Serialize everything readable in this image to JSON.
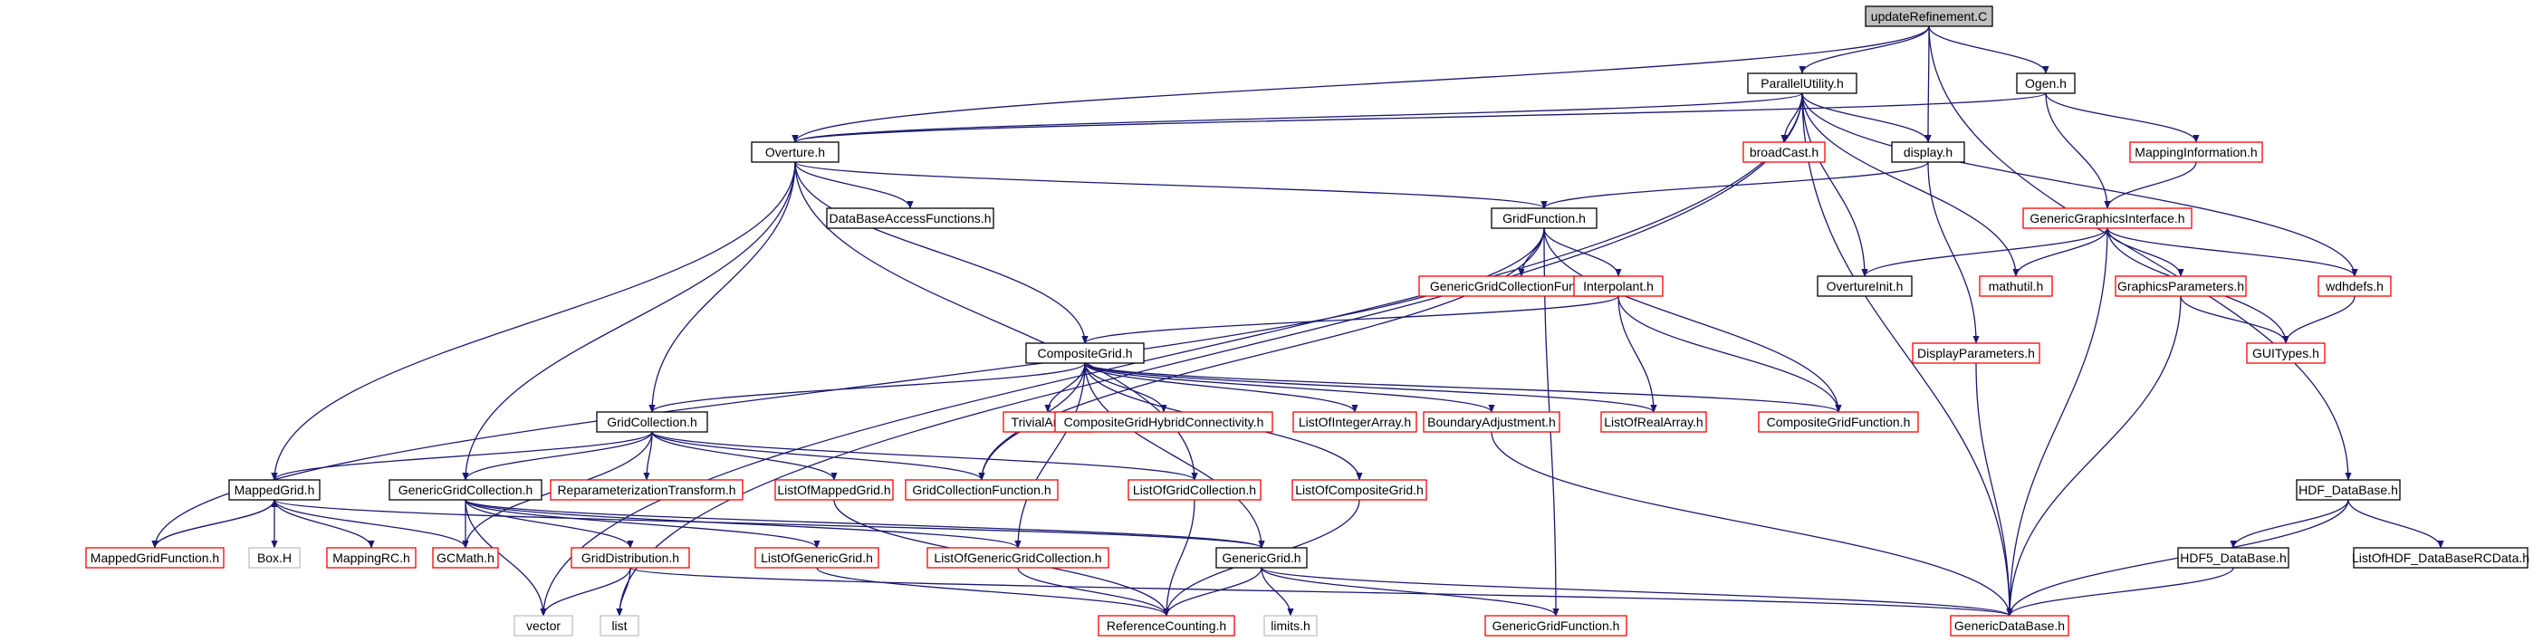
{
  "diagram": {
    "colors": {
      "edge": "#191970",
      "root_fill": "#bfbfbf",
      "root_border": "#000000",
      "node_border": "#000000",
      "truncated_border": "#ff0000",
      "leaf_border": "#bfbfbf",
      "node_fill": "#ffffff"
    },
    "nodes": [
      {
        "id": "updateRefinement",
        "label": "updateRefinement.C",
        "style": "root"
      },
      {
        "id": "ParallelUtility",
        "label": "ParallelUtility.h",
        "style": "normal"
      },
      {
        "id": "Ogen",
        "label": "Ogen.h",
        "style": "normal"
      },
      {
        "id": "Overture",
        "label": "Overture.h",
        "style": "normal"
      },
      {
        "id": "broadCast",
        "label": "broadCast.h",
        "style": "truncated"
      },
      {
        "id": "display",
        "label": "display.h",
        "style": "normal"
      },
      {
        "id": "MappingInformation",
        "label": "MappingInformation.h",
        "style": "truncated"
      },
      {
        "id": "DataBaseAccessFunctions",
        "label": "DataBaseAccessFunctions.h",
        "style": "normal"
      },
      {
        "id": "GridFunction",
        "label": "GridFunction.h",
        "style": "normal"
      },
      {
        "id": "GenericGraphicsInterface",
        "label": "GenericGraphicsInterface.h",
        "style": "truncated"
      },
      {
        "id": "GenericGridCollectionFunction",
        "label": "GenericGridCollectionFunction.h",
        "style": "truncated"
      },
      {
        "id": "Interpolant",
        "label": "Interpolant.h",
        "style": "truncated"
      },
      {
        "id": "OvertureInit",
        "label": "OvertureInit.h",
        "style": "normal"
      },
      {
        "id": "mathutil",
        "label": "mathutil.h",
        "style": "truncated"
      },
      {
        "id": "GraphicsParameters",
        "label": "GraphicsParameters.h",
        "style": "truncated"
      },
      {
        "id": "wdhdefs",
        "label": "wdhdefs.h",
        "style": "truncated"
      },
      {
        "id": "CompositeGrid",
        "label": "CompositeGrid.h",
        "style": "normal"
      },
      {
        "id": "DisplayParameters",
        "label": "DisplayParameters.h",
        "style": "truncated"
      },
      {
        "id": "GUITypes",
        "label": "GUITypes.h",
        "style": "truncated"
      },
      {
        "id": "GridCollection",
        "label": "GridCollection.h",
        "style": "normal"
      },
      {
        "id": "TrivialArray",
        "label": "TrivialArray.h",
        "style": "truncated"
      },
      {
        "id": "CompositeGridHybridConnectivity",
        "label": "CompositeGridHybridConnectivity.h",
        "style": "truncated"
      },
      {
        "id": "ListOfIntegerArray",
        "label": "ListOfIntegerArray.h",
        "style": "truncated"
      },
      {
        "id": "BoundaryAdjustment",
        "label": "BoundaryAdjustment.h",
        "style": "truncated"
      },
      {
        "id": "ListOfRealArray",
        "label": "ListOfRealArray.h",
        "style": "truncated"
      },
      {
        "id": "CompositeGridFunction",
        "label": "CompositeGridFunction.h",
        "style": "truncated"
      },
      {
        "id": "MappedGrid",
        "label": "MappedGrid.h",
        "style": "normal"
      },
      {
        "id": "GenericGridCollection",
        "label": "GenericGridCollection.h",
        "style": "normal"
      },
      {
        "id": "ReparameterizationTransform",
        "label": "ReparameterizationTransform.h",
        "style": "truncated"
      },
      {
        "id": "ListOfMappedGrid",
        "label": "ListOfMappedGrid.h",
        "style": "truncated"
      },
      {
        "id": "GridCollectionFunction",
        "label": "GridCollectionFunction.h",
        "style": "truncated"
      },
      {
        "id": "ListOfGridCollection",
        "label": "ListOfGridCollection.h",
        "style": "truncated"
      },
      {
        "id": "ListOfCompositeGrid",
        "label": "ListOfCompositeGrid.h",
        "style": "truncated"
      },
      {
        "id": "HDF_DataBase",
        "label": "HDF_DataBase.h",
        "style": "normal"
      },
      {
        "id": "MappedGridFunction",
        "label": "MappedGridFunction.h",
        "style": "truncated"
      },
      {
        "id": "BoxH",
        "label": "Box.H",
        "style": "leaf"
      },
      {
        "id": "MappingRC",
        "label": "MappingRC.h",
        "style": "truncated"
      },
      {
        "id": "GCMath",
        "label": "GCMath.h",
        "style": "truncated"
      },
      {
        "id": "GridDistribution",
        "label": "GridDistribution.h",
        "style": "truncated"
      },
      {
        "id": "ListOfGenericGrid",
        "label": "ListOfGenericGrid.h",
        "style": "truncated"
      },
      {
        "id": "ListOfGenericGridCollection",
        "label": "ListOfGenericGridCollection.h",
        "style": "truncated"
      },
      {
        "id": "GenericGrid",
        "label": "GenericGrid.h",
        "style": "normal"
      },
      {
        "id": "HDF5_DataBase",
        "label": "HDF5_DataBase.h",
        "style": "normal"
      },
      {
        "id": "ListOfHDF_DataBaseRCData",
        "label": "ListOfHDF_DataBaseRCData.h",
        "style": "normal"
      },
      {
        "id": "vector",
        "label": "vector",
        "style": "leaf"
      },
      {
        "id": "list",
        "label": "list",
        "style": "leaf"
      },
      {
        "id": "ReferenceCounting",
        "label": "ReferenceCounting.h",
        "style": "truncated"
      },
      {
        "id": "limits",
        "label": "limits.h",
        "style": "leaf"
      },
      {
        "id": "GenericGridFunction",
        "label": "GenericGridFunction.h",
        "style": "truncated"
      },
      {
        "id": "GenericDataBase",
        "label": "GenericDataBase.h",
        "style": "truncated"
      }
    ],
    "edges": [
      [
        "updateRefinement",
        "ParallelUtility"
      ],
      [
        "updateRefinement",
        "Ogen"
      ],
      [
        "updateRefinement",
        "Overture"
      ],
      [
        "updateRefinement",
        "display"
      ],
      [
        "updateRefinement",
        "HDF_DataBase"
      ],
      [
        "ParallelUtility",
        "Overture"
      ],
      [
        "ParallelUtility",
        "broadCast"
      ],
      [
        "ParallelUtility",
        "display"
      ],
      [
        "ParallelUtility",
        "OvertureInit"
      ],
      [
        "ParallelUtility",
        "mathutil"
      ],
      [
        "ParallelUtility",
        "wdhdefs"
      ],
      [
        "ParallelUtility",
        "GenericDataBase"
      ],
      [
        "ParallelUtility",
        "vector"
      ],
      [
        "ParallelUtility",
        "list"
      ],
      [
        "Ogen",
        "Overture"
      ],
      [
        "Ogen",
        "MappingInformation"
      ],
      [
        "Ogen",
        "GenericGraphicsInterface"
      ],
      [
        "Overture",
        "DataBaseAccessFunctions"
      ],
      [
        "Overture",
        "GridFunction"
      ],
      [
        "Overture",
        "CompositeGrid"
      ],
      [
        "Overture",
        "GridCollection"
      ],
      [
        "Overture",
        "MappedGrid"
      ],
      [
        "Overture",
        "GenericGridCollection"
      ],
      [
        "Overture",
        "ListOfGridCollection"
      ],
      [
        "display",
        "GridFunction"
      ],
      [
        "display",
        "DisplayParameters"
      ],
      [
        "MappingInformation",
        "GenericGraphicsInterface"
      ],
      [
        "GridFunction",
        "GenericGridCollectionFunction"
      ],
      [
        "GridFunction",
        "Interpolant"
      ],
      [
        "GridFunction",
        "CompositeGridFunction"
      ],
      [
        "GridFunction",
        "MappedGridFunction"
      ],
      [
        "GridFunction",
        "GridCollectionFunction"
      ],
      [
        "GridFunction",
        "GenericGridFunction"
      ],
      [
        "GenericGraphicsInterface",
        "OvertureInit"
      ],
      [
        "GenericGraphicsInterface",
        "mathutil"
      ],
      [
        "GenericGraphicsInterface",
        "GraphicsParameters"
      ],
      [
        "GenericGraphicsInterface",
        "wdhdefs"
      ],
      [
        "GenericGraphicsInterface",
        "GUITypes"
      ],
      [
        "GenericGraphicsInterface",
        "GenericDataBase"
      ],
      [
        "Interpolant",
        "CompositeGrid"
      ],
      [
        "Interpolant",
        "ListOfRealArray"
      ],
      [
        "Interpolant",
        "CompositeGridFunction"
      ],
      [
        "GraphicsParameters",
        "GUITypes"
      ],
      [
        "GraphicsParameters",
        "GenericDataBase"
      ],
      [
        "wdhdefs",
        "GUITypes"
      ],
      [
        "DisplayParameters",
        "GenericDataBase"
      ],
      [
        "CompositeGrid",
        "GridCollection"
      ],
      [
        "CompositeGrid",
        "TrivialArray"
      ],
      [
        "CompositeGrid",
        "CompositeGridHybridConnectivity"
      ],
      [
        "CompositeGrid",
        "ListOfIntegerArray"
      ],
      [
        "CompositeGrid",
        "BoundaryAdjustment"
      ],
      [
        "CompositeGrid",
        "ListOfRealArray"
      ],
      [
        "CompositeGrid",
        "CompositeGridFunction"
      ],
      [
        "CompositeGrid",
        "ListOfCompositeGrid"
      ],
      [
        "CompositeGrid",
        "GenericGrid"
      ],
      [
        "CompositeGrid",
        "GridCollectionFunction"
      ],
      [
        "CompositeGrid",
        "ListOfGenericGridCollection"
      ],
      [
        "GridCollection",
        "MappedGrid"
      ],
      [
        "GridCollection",
        "GenericGridCollection"
      ],
      [
        "GridCollection",
        "ReparameterizationTransform"
      ],
      [
        "GridCollection",
        "ListOfMappedGrid"
      ],
      [
        "GridCollection",
        "GridCollectionFunction"
      ],
      [
        "GridCollection",
        "ListOfGridCollection"
      ],
      [
        "GridCollection",
        "GCMath"
      ],
      [
        "BoundaryAdjustment",
        "GenericDataBase"
      ],
      [
        "MappedGrid",
        "MappedGridFunction"
      ],
      [
        "MappedGrid",
        "BoxH"
      ],
      [
        "MappedGrid",
        "MappingRC"
      ],
      [
        "MappedGrid",
        "GCMath"
      ],
      [
        "MappedGrid",
        "GenericGrid"
      ],
      [
        "MappedGridFunction",
        "MappedGrid"
      ],
      [
        "GenericGridCollection",
        "GCMath"
      ],
      [
        "GenericGridCollection",
        "GridDistribution"
      ],
      [
        "GenericGridCollection",
        "ListOfGenericGrid"
      ],
      [
        "GenericGridCollection",
        "ListOfGenericGridCollection"
      ],
      [
        "GenericGridCollection",
        "GenericGrid"
      ],
      [
        "GenericGridCollection",
        "vector"
      ],
      [
        "ListOfMappedGrid",
        "ReferenceCounting"
      ],
      [
        "ListOfGridCollection",
        "ReferenceCounting"
      ],
      [
        "ListOfCompositeGrid",
        "ReferenceCounting"
      ],
      [
        "GridDistribution",
        "vector"
      ],
      [
        "GridDistribution",
        "list"
      ],
      [
        "GridDistribution",
        "GenericDataBase"
      ],
      [
        "ListOfGenericGrid",
        "ReferenceCounting"
      ],
      [
        "ListOfGenericGridCollection",
        "ReferenceCounting"
      ],
      [
        "GenericGrid",
        "ReferenceCounting"
      ],
      [
        "GenericGrid",
        "limits"
      ],
      [
        "GenericGrid",
        "GenericGridFunction"
      ],
      [
        "GenericGrid",
        "GenericDataBase"
      ],
      [
        "HDF_DataBase",
        "HDF5_DataBase"
      ],
      [
        "HDF_DataBase",
        "ListOfHDF_DataBaseRCData"
      ],
      [
        "HDF_DataBase",
        "GenericDataBase"
      ],
      [
        "HDF5_DataBase",
        "GenericDataBase"
      ]
    ]
  }
}
